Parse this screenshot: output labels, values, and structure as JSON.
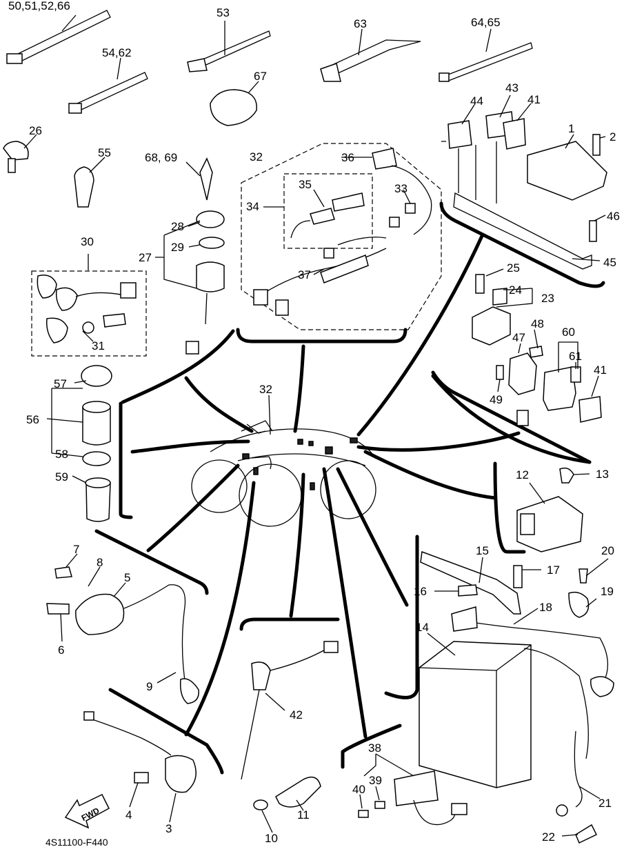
{
  "diagram": {
    "callouts": [
      "50,51,52,66",
      "53",
      "63",
      "64,65",
      "54,62",
      "67",
      "26",
      "55",
      "68, 69",
      "32",
      "36",
      "35",
      "33",
      "34",
      "28",
      "29",
      "27",
      "30",
      "37",
      "31",
      "44",
      "43",
      "41",
      "1",
      "2",
      "46",
      "45",
      "25",
      "24",
      "23",
      "48",
      "47",
      "60",
      "61",
      "41",
      "49",
      "57",
      "56",
      "58",
      "59",
      "32",
      "12",
      "13",
      "15",
      "17",
      "20",
      "19",
      "16",
      "18",
      "14",
      "7",
      "8",
      "5",
      "6",
      "9",
      "42",
      "4",
      "3",
      "10",
      "11",
      "38",
      "39",
      "40",
      "21",
      "22"
    ],
    "fwd_label": "FWD",
    "drawing_code": "4S11100-F440"
  }
}
